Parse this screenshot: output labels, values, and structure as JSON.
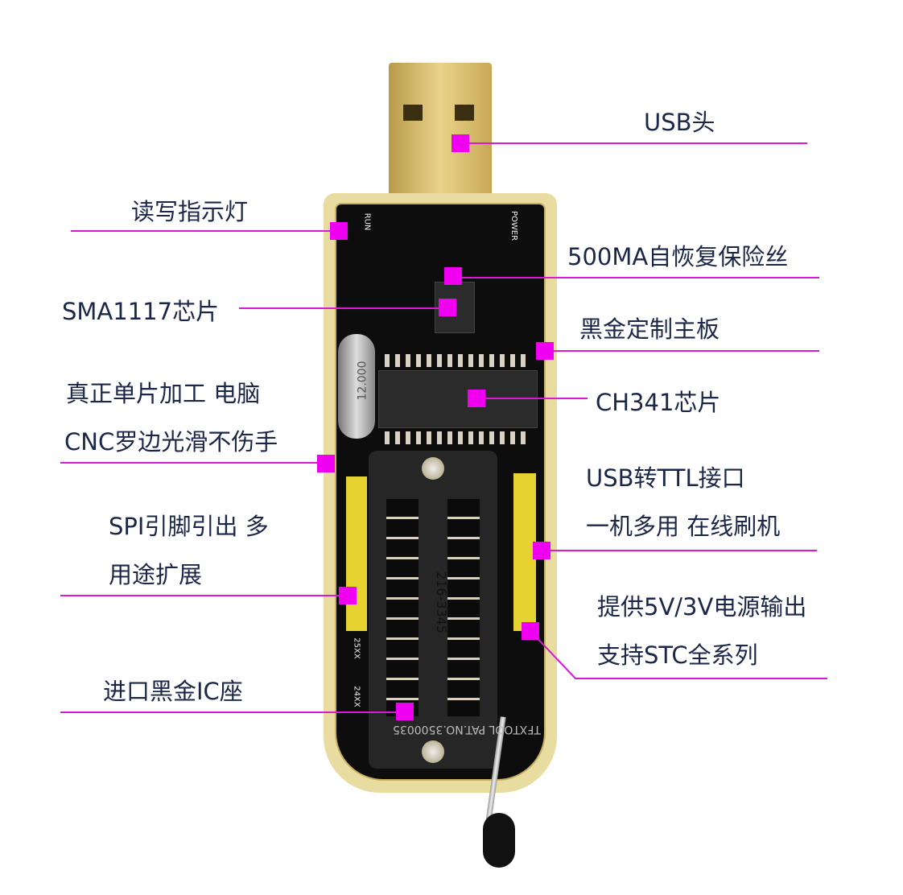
{
  "labels": {
    "usb_head": "USB头",
    "rw_led": "读写指示灯",
    "fuse": "500MA自恢复保险丝",
    "sma1117": "SMA1117芯片",
    "board": "黑金定制主板",
    "cnc_line1": "真正单片加工 电脑",
    "cnc_line2": "CNC罗边光滑不伤手",
    "ch341": "CH341芯片",
    "ttl_line1": "USB转TTL接口",
    "ttl_line2": "一机多用 在线刷机",
    "spi_line1": "SPI引脚引出 多",
    "spi_line2": "用途扩展",
    "power_line1": "提供5V/3V电源输出",
    "power_line2": "支持STC全系列",
    "ic_socket": "进口黑金IC座"
  },
  "board_silkscreen": {
    "crystal": "12.000",
    "socket_id": "216-3345",
    "socket_brand": "TFXTOOL PAT.NO.3500035",
    "run": "RUN",
    "power": "POWER",
    "chip_25xx": "25XX",
    "chip_24xx": "24XX"
  },
  "colors": {
    "callout": "#f000f0",
    "text": "#1b2748"
  }
}
